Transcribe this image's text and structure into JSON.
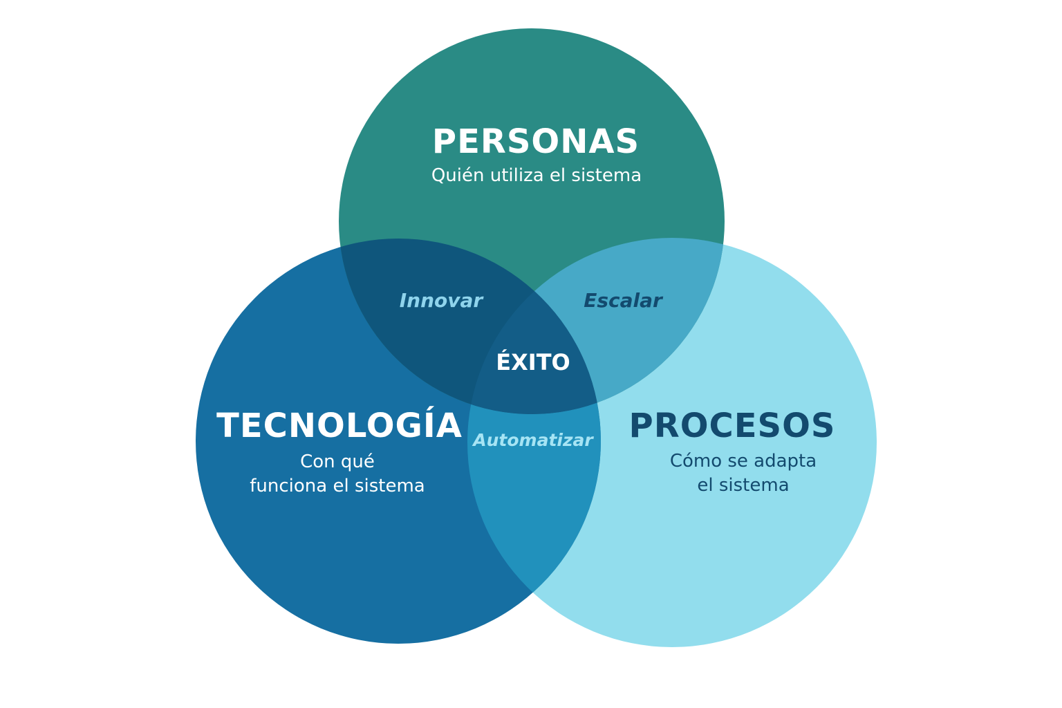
{
  "circles": {
    "personas": {
      "title": "PERSONAS",
      "subtitle": "Quién utiliza el sistema",
      "color": "#2a8a84"
    },
    "tecnologia": {
      "title": "TECNOLOGÍA",
      "subtitle_line1": "Con qué",
      "subtitle_line2": "funciona el sistema",
      "color": "#156fa1"
    },
    "procesos": {
      "title": "PROCESOS",
      "subtitle_line1": "Cómo se adapta",
      "subtitle_line2": "el sistema",
      "color": "#8fdcef"
    }
  },
  "overlaps": {
    "personas_tecnologia": "Innovar",
    "personas_procesos": "Escalar",
    "tecnologia_procesos": "Automatizar"
  },
  "center": "ÉXITO",
  "text_colors": {
    "light": "#ffffff",
    "innovar": "#8fd4ec",
    "escalar": "#134a6e",
    "automatizar": "#a6e4f4",
    "procesos_text": "#134a6e"
  }
}
